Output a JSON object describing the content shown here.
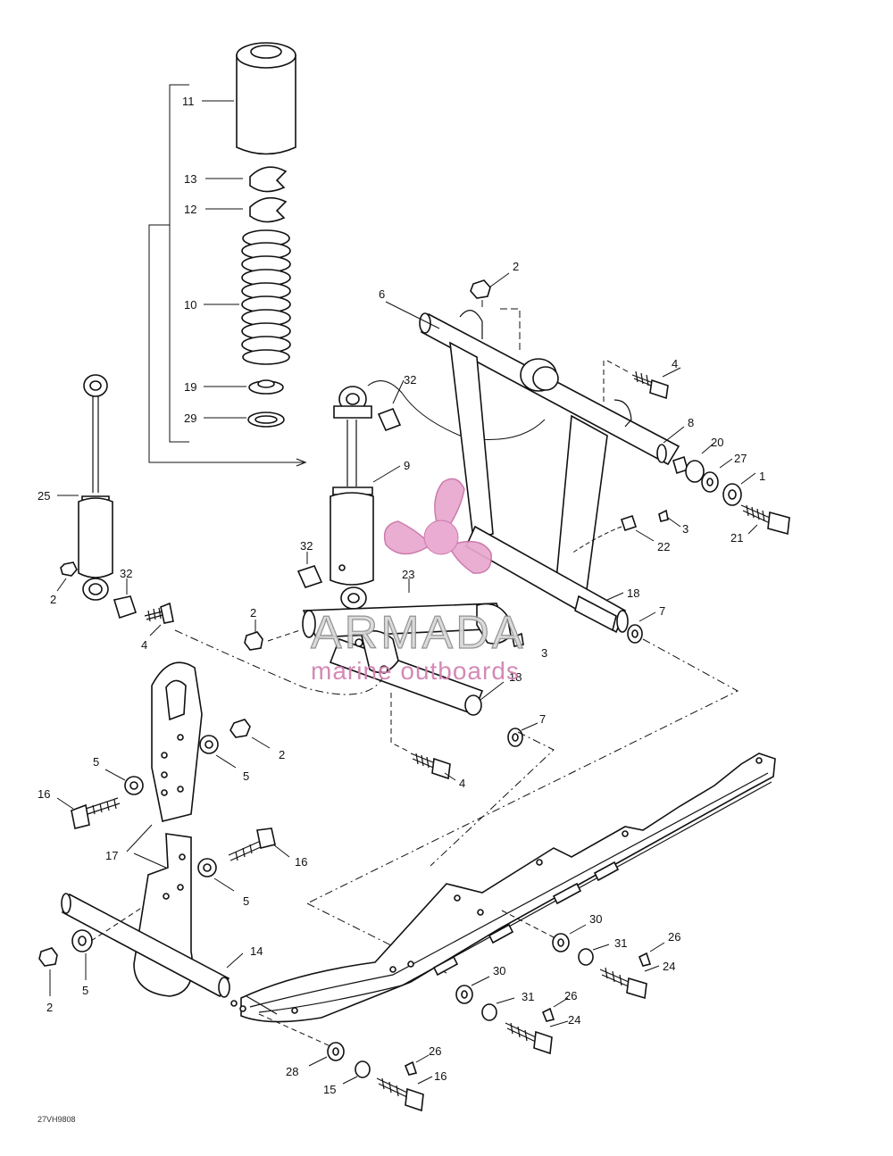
{
  "watermark": {
    "brand": "ARMADA",
    "tagline": "marine outboards",
    "colors": {
      "propeller": "#e8a8cf",
      "hub": "#e9a6cf",
      "text_fill": "#d9d9d9",
      "tagline": "#d27fb0"
    }
  },
  "figure_code": "27VH9808",
  "callouts": {
    "c11": "11",
    "c13": "13",
    "c12": "12",
    "c10": "10",
    "c19": "19",
    "c29": "29",
    "c2_top": "2",
    "c6": "6",
    "c4_top": "4",
    "c8": "8",
    "c32_top": "32",
    "c9": "9",
    "c20": "20",
    "c27": "27",
    "c1": "1",
    "c3_top": "3",
    "c22": "22",
    "c21": "21",
    "c25": "25",
    "c32_left": "32",
    "c32_mid": "32",
    "c23": "23",
    "c18_right": "18",
    "c7_right": "7",
    "c2_left": "2",
    "c4_left": "4",
    "c2_mid": "2",
    "c3_mid": "3",
    "c18_mid": "18",
    "c7_mid": "7",
    "c2_bracket": "2",
    "c5_a": "5",
    "c5_b": "5",
    "c16_a": "16",
    "c4_bottom": "4",
    "c17": "17",
    "c16_b": "16",
    "c5_c": "5",
    "c14": "14",
    "c30_a": "30",
    "c31_a": "31",
    "c26_a": "26",
    "c24_a": "24",
    "c2_bottom": "2",
    "c5_d": "5",
    "c30_b": "30",
    "c31_b": "31",
    "c26_b": "26",
    "c24_b": "24",
    "c26_c": "26",
    "c28": "28",
    "c16_c": "16",
    "c15": "15"
  }
}
